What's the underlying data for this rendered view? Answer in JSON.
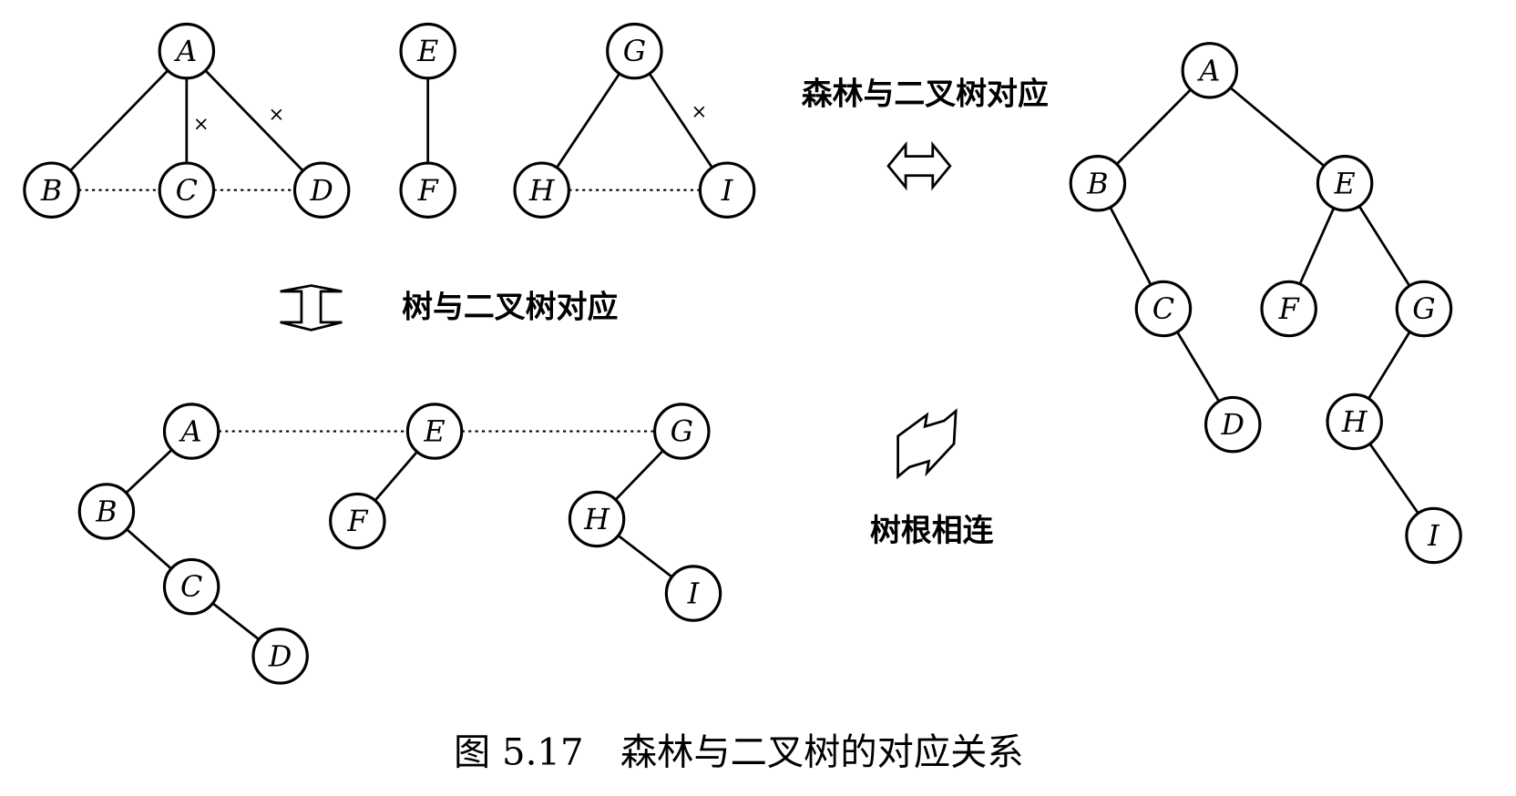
{
  "caption": "图 5.17　森林与二叉树的对应关系",
  "labels": {
    "forest_binary": "森林与二叉树对应",
    "tree_binary": "树与二叉树对应",
    "root_connect": "树根相连"
  },
  "cross_mark": "×",
  "diagrams": [
    {
      "id": "forest",
      "nodes": [
        "A",
        "B",
        "C",
        "D",
        "E",
        "F",
        "G",
        "H",
        "I"
      ],
      "edges": [
        [
          "A",
          "B"
        ],
        [
          "A",
          "C"
        ],
        [
          "A",
          "D"
        ],
        [
          "E",
          "F"
        ],
        [
          "G",
          "H"
        ],
        [
          "G",
          "I"
        ]
      ],
      "dotted": [
        [
          "B",
          "C"
        ],
        [
          "C",
          "D"
        ],
        [
          "H",
          "I"
        ]
      ],
      "removed_edges": [
        [
          "A",
          "C"
        ],
        [
          "A",
          "D"
        ],
        [
          "G",
          "I"
        ]
      ]
    },
    {
      "id": "binary-trees",
      "nodes": [
        "A",
        "B",
        "C",
        "D",
        "E",
        "F",
        "G",
        "H",
        "I"
      ],
      "edges": [
        [
          "A",
          "B"
        ],
        [
          "B",
          "C"
        ],
        [
          "C",
          "D"
        ],
        [
          "E",
          "F"
        ],
        [
          "G",
          "H"
        ],
        [
          "H",
          "I"
        ]
      ],
      "dotted": [
        [
          "A",
          "E"
        ],
        [
          "E",
          "G"
        ]
      ]
    },
    {
      "id": "combined-binary-tree",
      "nodes": [
        "A",
        "B",
        "C",
        "D",
        "E",
        "F",
        "G",
        "H",
        "I"
      ],
      "edges": [
        [
          "A",
          "B"
        ],
        [
          "A",
          "E"
        ],
        [
          "B",
          "C"
        ],
        [
          "C",
          "D"
        ],
        [
          "E",
          "F"
        ],
        [
          "E",
          "G"
        ],
        [
          "G",
          "H"
        ],
        [
          "H",
          "I"
        ]
      ],
      "dotted": []
    }
  ]
}
